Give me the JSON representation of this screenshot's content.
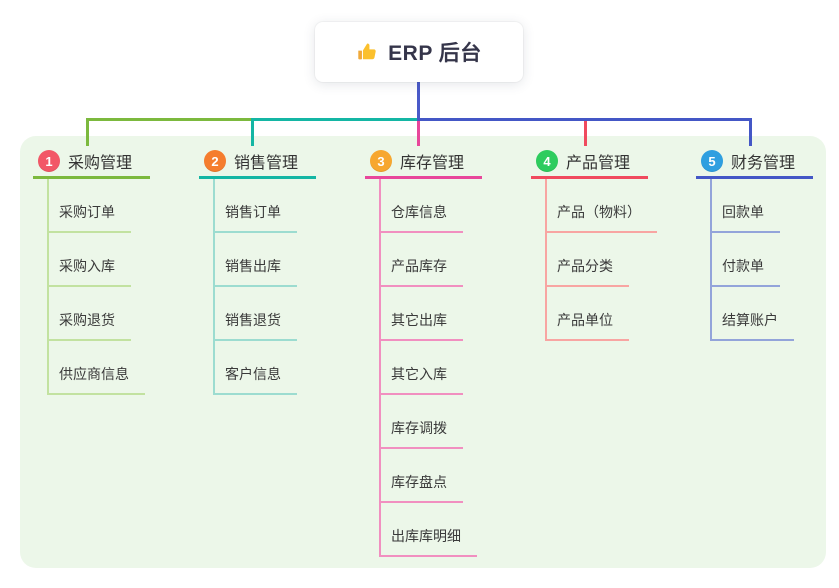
{
  "canvas": {
    "panel_background": "#ecf7e9"
  },
  "root": {
    "title": "ERP 后台",
    "icon": "thumbs-up-icon",
    "icon_color": "#fbc02d",
    "line_color": "#4a5ac9"
  },
  "branches": [
    {
      "num": "1",
      "label": "采购管理",
      "badge_color": "#f25767",
      "line_color": "#7cb93e",
      "light_color": "#c2e2a0",
      "items": [
        "采购订单",
        "采购入库",
        "采购退货",
        "供应商信息"
      ]
    },
    {
      "num": "2",
      "label": "销售管理",
      "badge_color": "#f57d2e",
      "line_color": "#14b6a4",
      "light_color": "#9cdcd0",
      "items": [
        "销售订单",
        "销售出库",
        "销售退货",
        "客户信息"
      ]
    },
    {
      "num": "3",
      "label": "库存管理",
      "badge_color": "#f7a72f",
      "line_color": "#e8479b",
      "light_color": "#f18fc0",
      "items": [
        "仓库信息",
        "产品库存",
        "其它出库",
        "其它入库",
        "库存调拨",
        "库存盘点",
        "出库库明细"
      ]
    },
    {
      "num": "4",
      "label": "产品管理",
      "badge_color": "#2ecc5e",
      "line_color": "#f04a5e",
      "light_color": "#f8a5a2",
      "items": [
        "产品（物料）",
        "产品分类",
        "产品单位"
      ]
    },
    {
      "num": "5",
      "label": "财务管理",
      "badge_color": "#2f9fe0",
      "line_color": "#4457c6",
      "light_color": "#93a4da",
      "items": [
        "回款单",
        "付款单",
        "结算账户"
      ]
    }
  ]
}
